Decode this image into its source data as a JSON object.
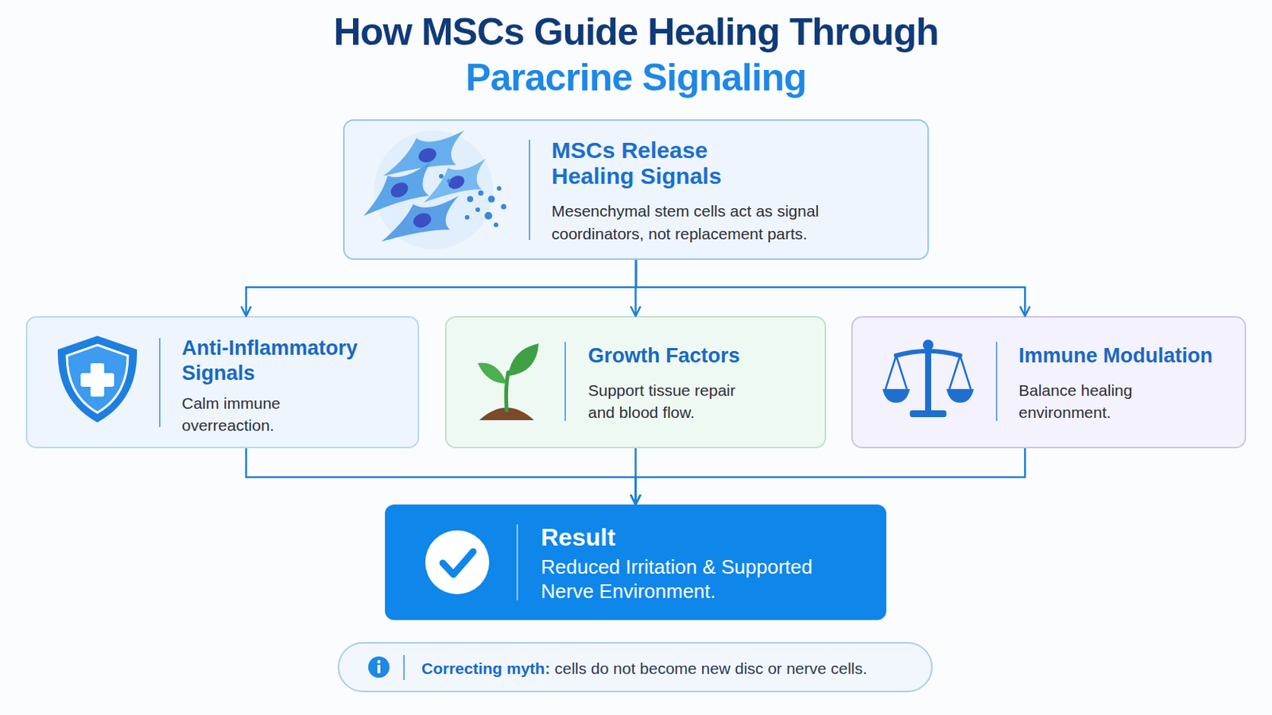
{
  "diagram": {
    "title": "How MSCs Guide Healing Through Paracrine Signaling",
    "nodes": [
      {
        "text": [
          "MSCs Release Healing Signals",
          "Mesenchymal stem cells act as signal coordinators, not replacement parts."
        ]
      },
      {
        "text": [
          "Anti-Inflammatory Signals",
          "Calm immune overreaction."
        ]
      },
      {
        "text": [
          "Growth Factors",
          "Support tissue repair and blood flow."
        ]
      },
      {
        "text": [
          "Immune Modulation",
          "Balance healing environment."
        ]
      },
      {
        "text": [
          "Result",
          "Reduced Irritation & Supported Nerve Environment."
        ]
      },
      {
        "text": [
          "Correcting myth:",
          "cells do not become new disc or nerve cells."
        ]
      }
    ],
    "edges": [
      {
        "from": 0,
        "to": 1,
        "arrow": "to"
      },
      {
        "from": 0,
        "to": 2,
        "arrow": "to"
      },
      {
        "from": 0,
        "to": 3,
        "arrow": "to"
      },
      {
        "from": 1,
        "to": 4,
        "arrow": "to"
      },
      {
        "from": 2,
        "to": 4,
        "arrow": "to"
      },
      {
        "from": 3,
        "to": 4,
        "arrow": "to"
      }
    ]
  }
}
